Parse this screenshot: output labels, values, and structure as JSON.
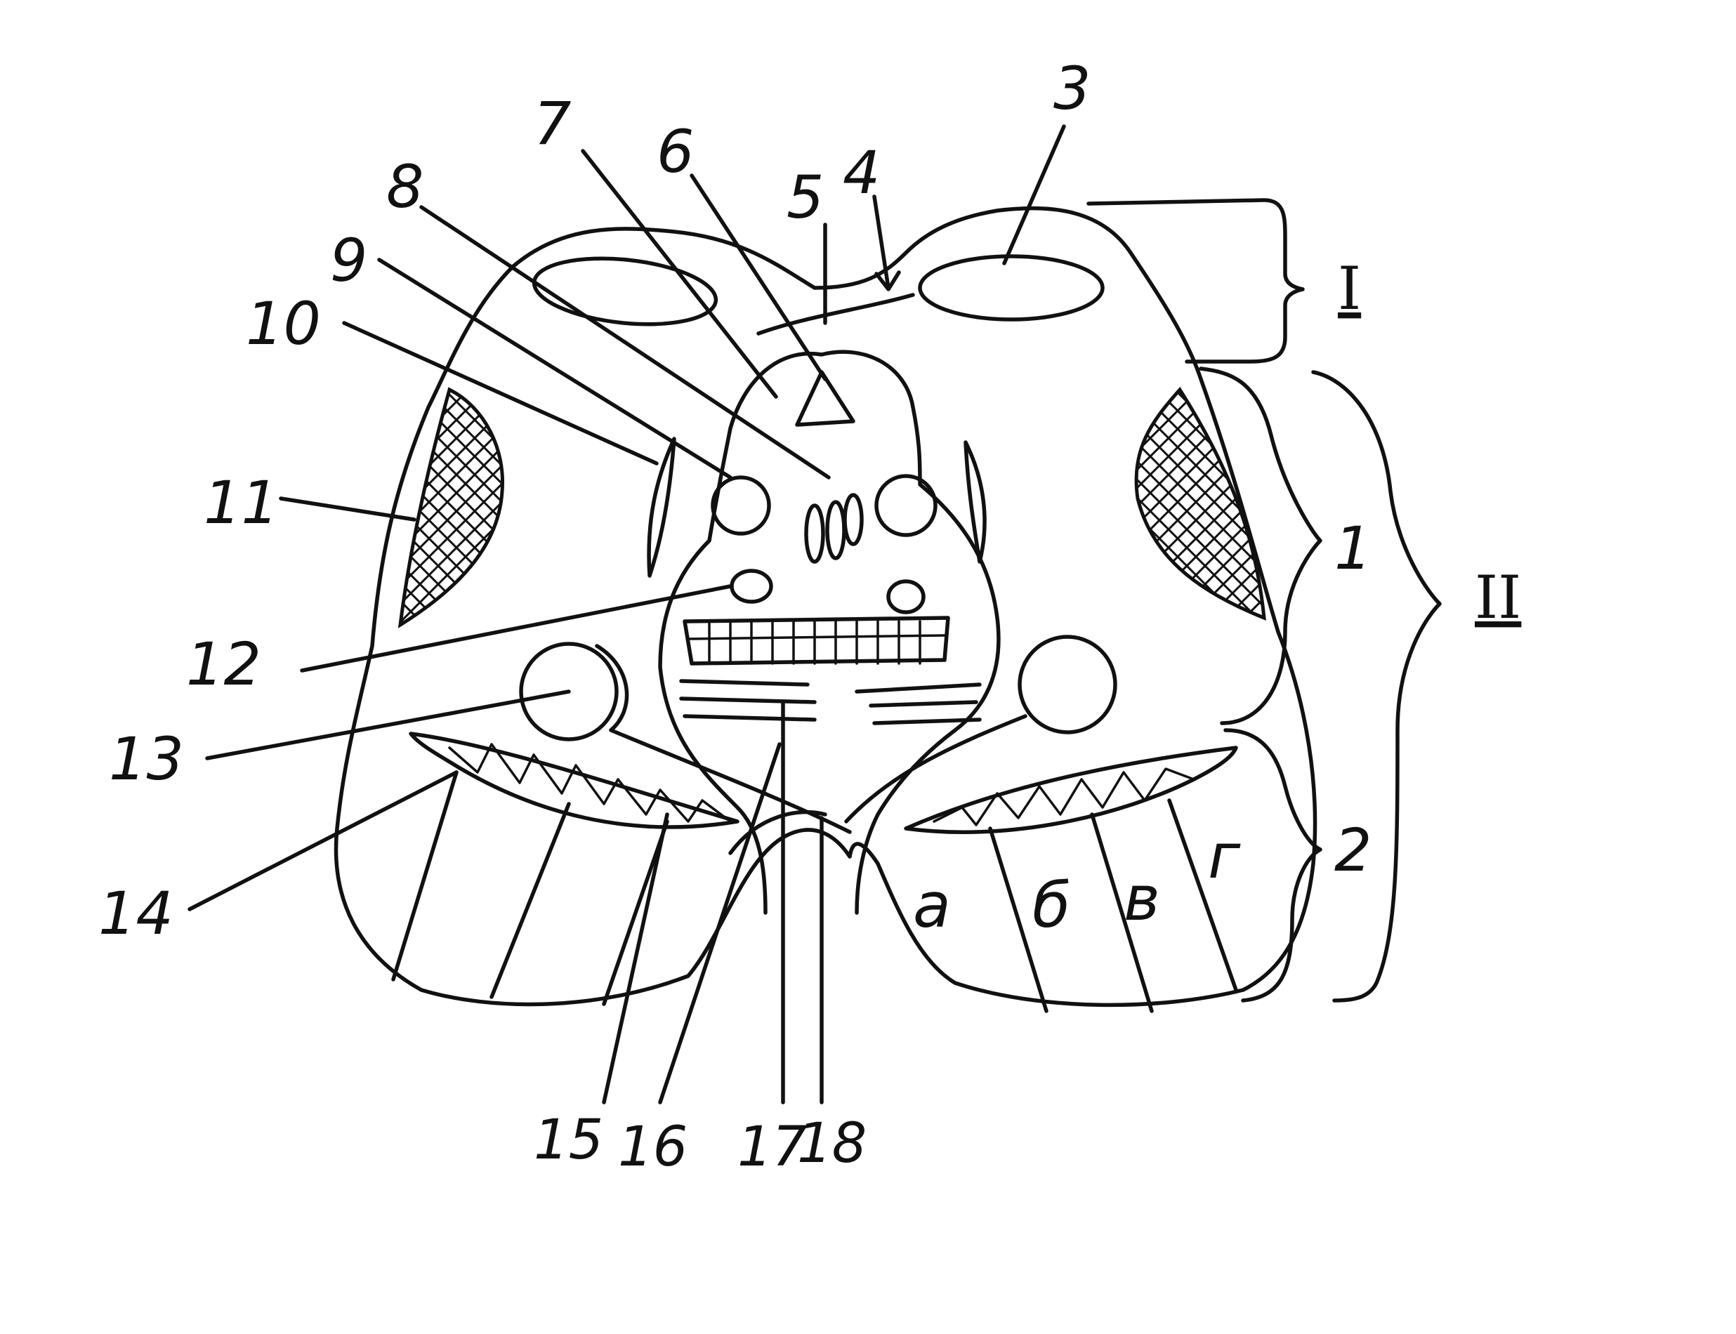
{
  "figure": {
    "labels": {
      "n3": "3",
      "n4": "4",
      "n5": "5",
      "n6": "6",
      "n7": "7",
      "n8": "8",
      "n9": "9",
      "n10": "10",
      "n11": "11",
      "n12": "12",
      "n13": "13",
      "n14": "14",
      "n15": "15",
      "n16": "16",
      "n17": "17",
      "n18": "18",
      "n1": "1",
      "n2": "2"
    },
    "sections": {
      "upper": "I",
      "lower": "II"
    },
    "zone_letters": {
      "a": "a",
      "b": "б",
      "v": "в",
      "g": "г"
    }
  }
}
